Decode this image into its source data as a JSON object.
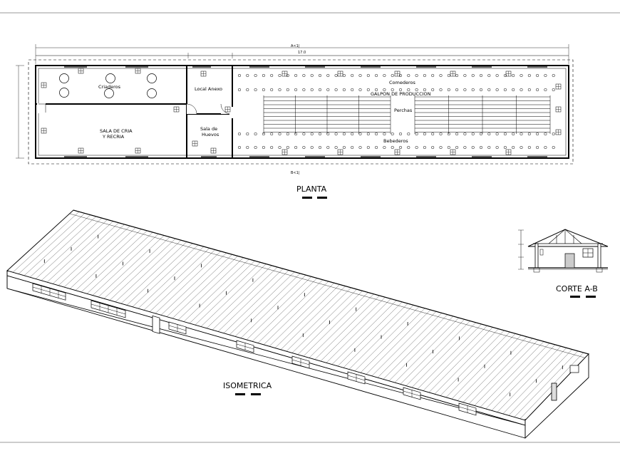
{
  "plan": {
    "rooms": {
      "crianderos": "Criaderos",
      "sala_cria_1": "SALA DE CRIA",
      "sala_cria_2": "Y RECRIA",
      "local_anexo": "Local Anexo",
      "sala_huevos_1": "Sala de",
      "sala_huevos_2": "Huevos",
      "comederos": "Comederos",
      "galpon": "GALPON DE PRODUCCION",
      "perchas": "Perchas",
      "bebederos": "Bebederos"
    },
    "section_marks": {
      "top": "A<1|",
      "bottom": "B<1|"
    },
    "dim_total": "17.0"
  },
  "views": {
    "planta": "PLANTA",
    "isometrica": "ISOMETRICA",
    "corte": "CORTE A-B"
  }
}
